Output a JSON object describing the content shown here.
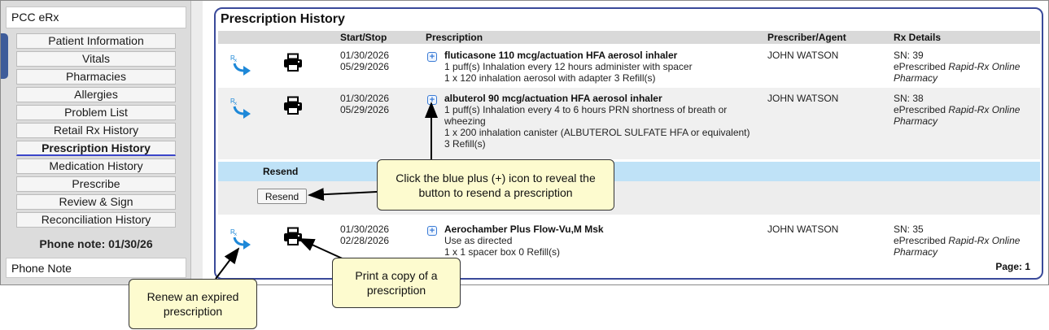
{
  "sidebar": {
    "app_name": "PCC eRx",
    "items": [
      {
        "label": "Patient Information"
      },
      {
        "label": "Vitals"
      },
      {
        "label": "Pharmacies"
      },
      {
        "label": "Allergies"
      },
      {
        "label": "Problem List"
      },
      {
        "label": "Retail Rx History"
      },
      {
        "label": "Prescription History",
        "active": true
      },
      {
        "label": "Medication History"
      },
      {
        "label": "Prescribe"
      },
      {
        "label": "Review & Sign"
      },
      {
        "label": "Reconciliation History"
      }
    ],
    "phone_note_header": "Phone note: 01/30/26",
    "phone_note_field": "Phone Note"
  },
  "panel": {
    "title": "Prescription History",
    "columns": {
      "start_stop": "Start/Stop",
      "prescription": "Prescription",
      "prescriber": "Prescriber/Agent",
      "rx_details": "Rx Details"
    },
    "rows": [
      {
        "start": "01/30/2026",
        "stop": "05/29/2026",
        "drug": "fluticasone 110 mcg/actuation HFA aerosol inhaler",
        "sig1": "1 puff(s) Inhalation every 12 hours administer with spacer",
        "sig2": "1 x 120 inhalation aerosol with adapter 3 Refill(s)",
        "prescriber": "JOHN WATSON",
        "sn": "SN: 39",
        "eprescribed": "ePrescribed",
        "pharmacy": "Rapid-Rx Online Pharmacy"
      },
      {
        "start": "01/30/2026",
        "stop": "05/29/2026",
        "drug": "albuterol 90 mcg/actuation HFA aerosol inhaler",
        "sig1": "1 puff(s) Inhalation every 4 to 6 hours PRN shortness of breath or wheezing",
        "sig2": "1 x 200 inhalation canister (ALBUTEROL SULFATE HFA or equivalent) 3 Refill(s)",
        "prescriber": "JOHN WATSON",
        "sn": "SN: 38",
        "eprescribed": "ePrescribed",
        "pharmacy": "Rapid-Rx Online Pharmacy"
      },
      {
        "start": "01/30/2026",
        "stop": "02/28/2026",
        "drug": "Aerochamber Plus Flow-Vu,M Msk",
        "sig1": "Use as directed",
        "sig2": "1 x 1 spacer box 0 Refill(s)",
        "prescriber": "JOHN WATSON",
        "sn": "SN: 35",
        "eprescribed": "ePrescribed",
        "pharmacy": "Rapid-Rx Online Pharmacy"
      }
    ],
    "resend_label": "Resend",
    "resend_button": "Resend",
    "page_label": "Page: 1"
  },
  "callouts": {
    "plus_icon": "Click the blue plus (+) icon to reveal the button to resend a prescription",
    "print": "Print a copy of a prescription",
    "renew": "Renew an expired prescription"
  },
  "colors": {
    "accent_border": "#3a4a9a",
    "resend_bar": "#bfe2f7",
    "callout_bg": "#fdfbcf",
    "renew_icon": "#1e88d8"
  },
  "icons": {
    "renew": "renew-rx-icon",
    "print": "printer-icon",
    "expand": "plus-icon"
  }
}
